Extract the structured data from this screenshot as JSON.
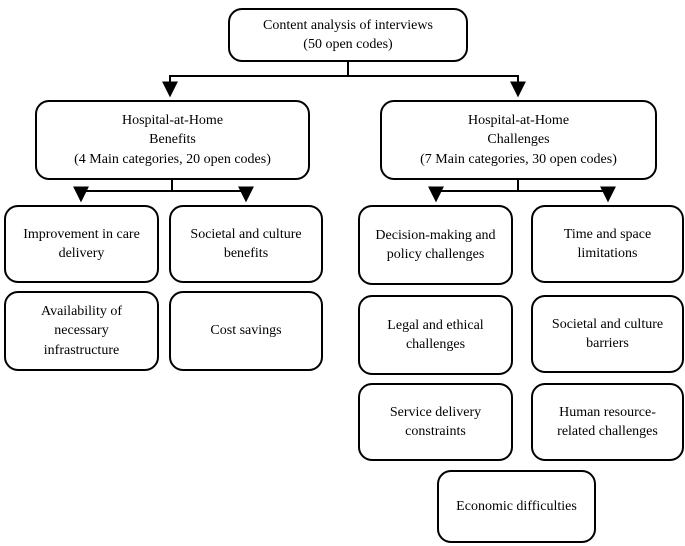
{
  "colors": {
    "border": "#000000",
    "background": "#ffffff",
    "text": "#000000"
  },
  "diagram": {
    "root": {
      "title": "Content analysis of interviews",
      "subtitle": "(50 open codes)"
    },
    "benefits": {
      "title": "Hospital-at-Home",
      "subtitle": "Benefits",
      "meta": "(4 Main categories, 20 open codes)",
      "children": [
        "Improvement in care delivery",
        "Societal and culture benefits",
        "Availability of necessary infrastructure",
        "Cost savings"
      ]
    },
    "challenges": {
      "title": "Hospital-at-Home",
      "subtitle": "Challenges",
      "meta": "(7 Main categories, 30 open codes)",
      "children": [
        "Decision-making and policy challenges",
        "Time and space limitations",
        "Legal and ethical challenges",
        "Societal and culture barriers",
        "Service delivery constraints",
        "Human resource-related challenges",
        "Economic difficulties"
      ]
    }
  }
}
